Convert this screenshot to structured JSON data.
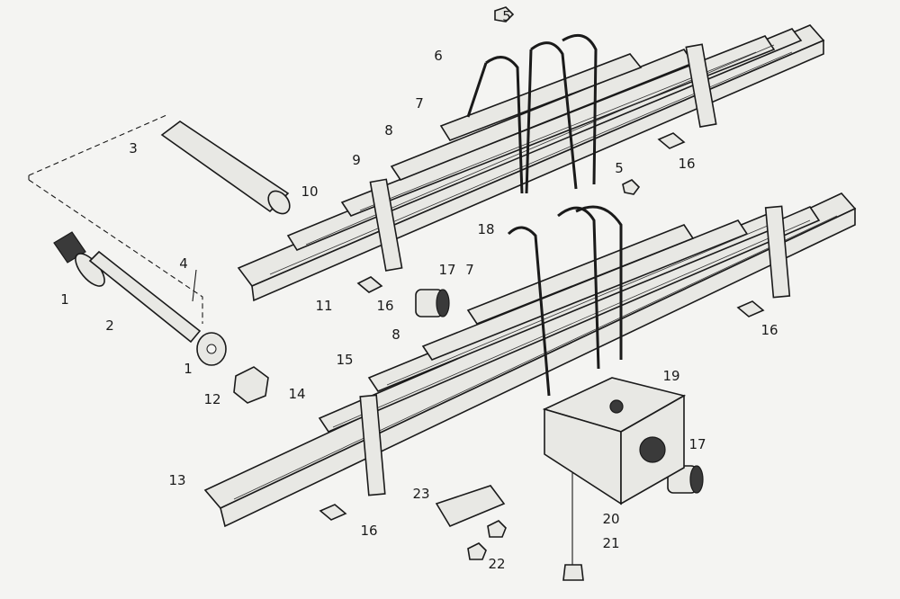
{
  "title": "Leaf spring assembly exploded view",
  "callouts": [
    {
      "id": "c5a",
      "text": "5"
    },
    {
      "id": "c6",
      "text": "6"
    },
    {
      "id": "c7a",
      "text": "7"
    },
    {
      "id": "c8a",
      "text": "8"
    },
    {
      "id": "c9",
      "text": "9"
    },
    {
      "id": "c10",
      "text": "10"
    },
    {
      "id": "c3",
      "text": "3"
    },
    {
      "id": "c4",
      "text": "4"
    },
    {
      "id": "c1a",
      "text": "1"
    },
    {
      "id": "c2",
      "text": "2"
    },
    {
      "id": "c1b",
      "text": "1"
    },
    {
      "id": "c12",
      "text": "12"
    },
    {
      "id": "c11",
      "text": "11"
    },
    {
      "id": "c16a",
      "text": "16"
    },
    {
      "id": "c17a",
      "text": "17"
    },
    {
      "id": "c7b",
      "text": "7"
    },
    {
      "id": "c18",
      "text": "18"
    },
    {
      "id": "c5b",
      "text": "5"
    },
    {
      "id": "c16b",
      "text": "16"
    },
    {
      "id": "c16c",
      "text": "16"
    },
    {
      "id": "c8b",
      "text": "8"
    },
    {
      "id": "c15",
      "text": "15"
    },
    {
      "id": "c14",
      "text": "14"
    },
    {
      "id": "c19",
      "text": "19"
    },
    {
      "id": "c17b",
      "text": "17"
    },
    {
      "id": "c13",
      "text": "13"
    },
    {
      "id": "c23",
      "text": "23"
    },
    {
      "id": "c16d",
      "text": "16"
    },
    {
      "id": "c20",
      "text": "20"
    },
    {
      "id": "c21",
      "text": "21"
    },
    {
      "id": "c22",
      "text": "22"
    }
  ]
}
